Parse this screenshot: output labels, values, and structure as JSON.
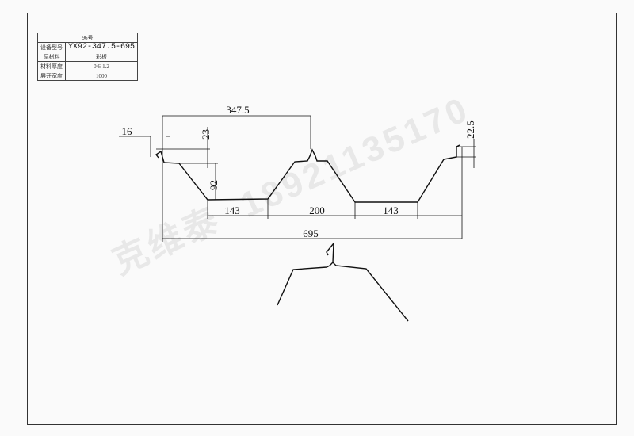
{
  "spec_table": {
    "title": "96号",
    "rows": [
      {
        "label": "设备型号",
        "value": "YX92-347.5-695"
      },
      {
        "label": "原材料",
        "value": "彩板"
      },
      {
        "label": "材料厚度",
        "value": "0.6-1.2"
      },
      {
        "label": "展开宽度",
        "value": "1000"
      }
    ]
  },
  "dimensions": {
    "pitch": "347.5",
    "lip": "16",
    "top_offset": "23",
    "height": "92",
    "bottom_left": "143",
    "top_width": "200",
    "bottom_right": "143",
    "cover_width": "695",
    "right_edge": "22.5"
  },
  "watermark": {
    "brand": "克维泰",
    "phone": "18921135170"
  }
}
